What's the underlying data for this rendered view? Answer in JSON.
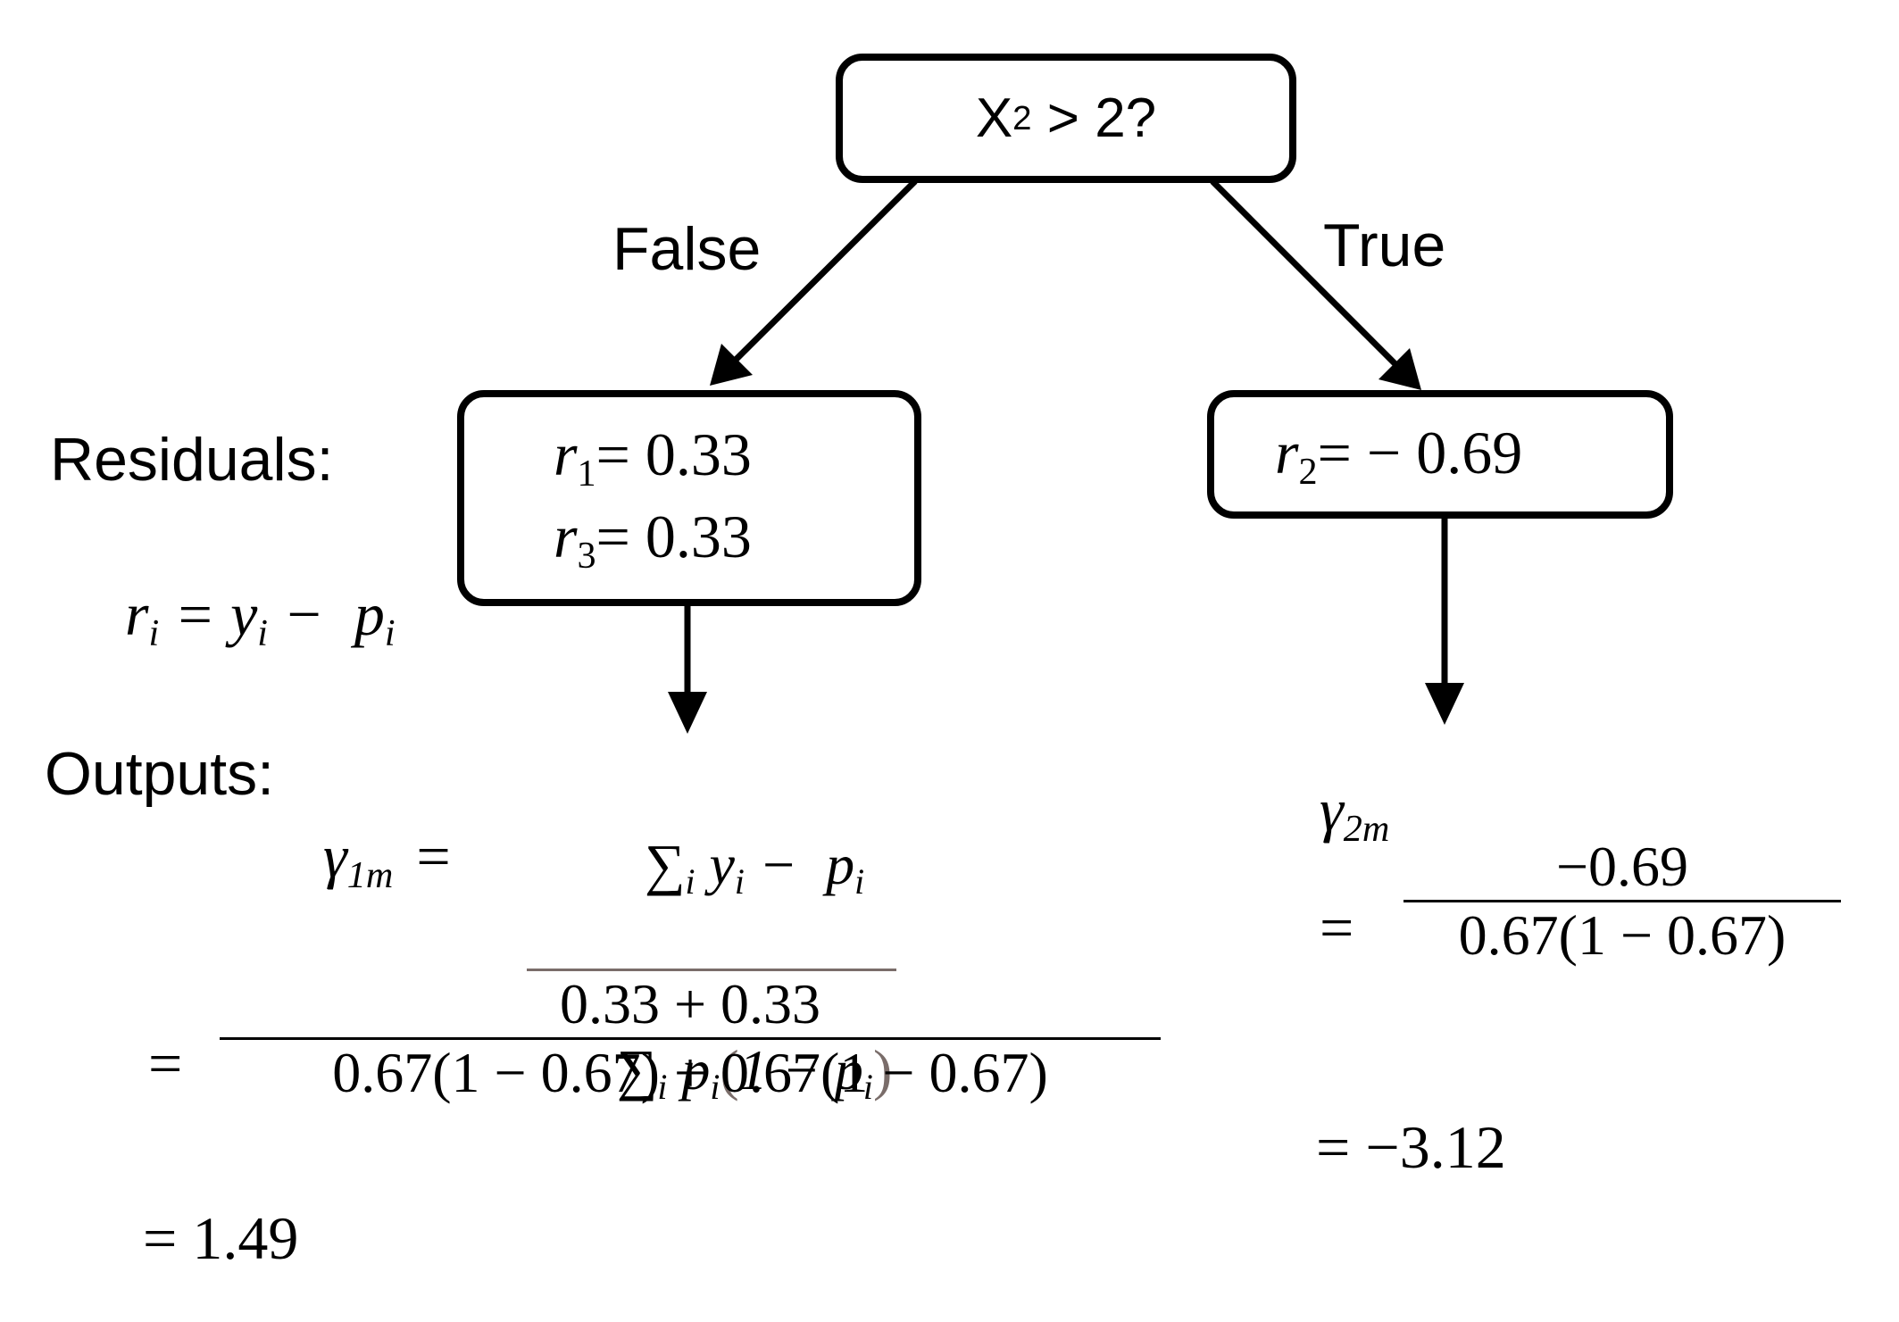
{
  "root": {
    "variable": "X",
    "subscript": "2",
    "test": " > 2?"
  },
  "branches": {
    "false_label": "False",
    "true_label": "True"
  },
  "left_leaf": {
    "row1": {
      "var": "r",
      "sub": "1",
      "eq": "= 0.33"
    },
    "row2": {
      "var": "r",
      "sub": "3",
      "eq": "= 0.33"
    }
  },
  "right_leaf": {
    "var": "r",
    "sub": "2",
    "eq": "= − 0.69"
  },
  "residuals": {
    "heading": "Residuals:",
    "formula_lhs": "r",
    "formula_sub": "i",
    "formula_mid": " = y",
    "formula_sub2": "i",
    "formula_minus": " −  p",
    "formula_sub3": "i"
  },
  "outputs": {
    "heading": "Outputs:",
    "left": {
      "gamma": "γ",
      "gamma_sub": "1m",
      "eq": "=",
      "num_sigma": "∑",
      "num_sigma_sub": "i",
      "num_y": " y",
      "num_y_sub": "i",
      "num_minus": " −  p",
      "num_p_sub": "i",
      "den_sigma": "∑",
      "den_sigma_sub": "i",
      "den_p": " p",
      "den_p_sub": "i",
      "den_paren_open": "(",
      "den_inner": "1 − p",
      "den_inner_sub": "i",
      "den_paren_close": ")",
      "step2_eq": "=",
      "step2_num": "0.33 + 0.33",
      "step2_den": "0.67(1 − 0.67) + 0.67(1 − 0.67)",
      "result": "= 1.49"
    },
    "right": {
      "gamma": "γ",
      "gamma_sub": "2m",
      "eq": "=",
      "num": "−0.69",
      "den": "0.67(1 − 0.67)",
      "result": "= −3.12"
    }
  }
}
